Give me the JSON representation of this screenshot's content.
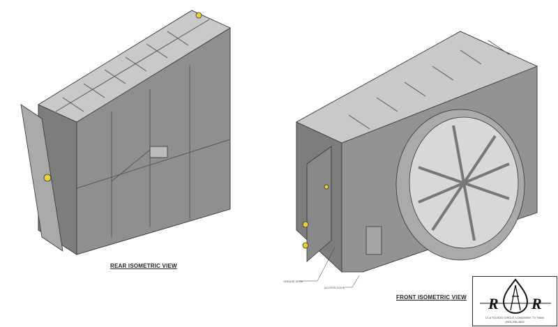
{
  "rear_view": {
    "title": "REAR ISOMETRIC VIEW"
  },
  "front_view": {
    "title": "FRONT ISOMETRIC VIEW",
    "callouts": [
      "GREASE ZERK",
      "ACCESS DOOR"
    ]
  },
  "title_block": {
    "logo_text": "R R",
    "address": "17-A TOLEDO CIRCLE, LONGVIEW, TX 75604",
    "phone": "(903) 236-4822"
  }
}
